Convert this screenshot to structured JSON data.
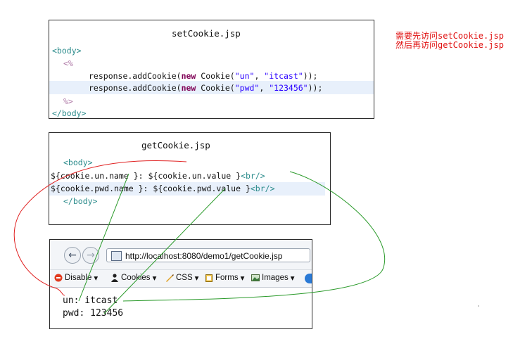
{
  "set_panel": {
    "title": "setCookie.jsp",
    "line1": "<body>",
    "line2": "<%",
    "line3": {
      "a": "response.addCookie(",
      "kw": "new",
      "b": " Cookie(",
      "s1": "\"un\"",
      "c": ", ",
      "s2": "\"itcast\"",
      "d": "));"
    },
    "line4": {
      "a": "response.addCookie(",
      "kw": "new",
      "b": " Cookie(",
      "s1": "\"pwd\"",
      "c": ", ",
      "s2": "\"123456\"",
      "d": "));"
    },
    "line5": "%>",
    "line6": "</body>"
  },
  "get_panel": {
    "title": "getCookie.jsp",
    "line1": "<body>",
    "line2": {
      "expr": "${cookie.un.name }: ${cookie.un.value }",
      "br": "<br/>"
    },
    "line3": {
      "expr": "${cookie.pwd.name }: ${cookie.pwd.value }",
      "br": "<br/>"
    },
    "line4": "</body>"
  },
  "note": {
    "line1": "需要先访问setCookie.jsp",
    "line2": "然后再访问getCookie.jsp",
    "color": "#e01010"
  },
  "browser": {
    "back_icon": "back-arrow-icon",
    "forward_icon": "forward-arrow-icon",
    "url": "http://localhost:8080/demo1/getCookie.jsp",
    "toolbar": [
      "Disable",
      "Cookies",
      "CSS",
      "Forms",
      "Images"
    ],
    "output": [
      "un: itcast",
      "pwd: 123456"
    ]
  },
  "colors": {
    "red_link": "#e02020",
    "green_link": "#2a9a2a"
  }
}
